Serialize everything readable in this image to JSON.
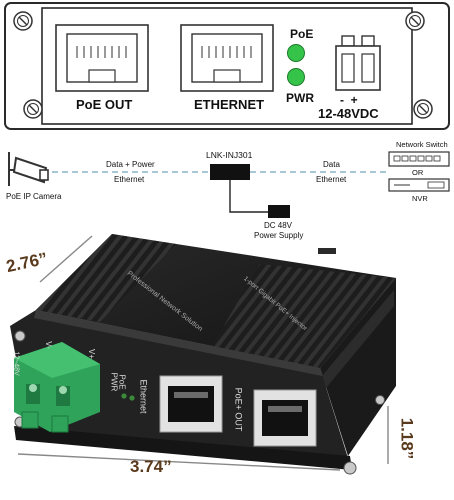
{
  "panel": {
    "poe_out_label": "PoE OUT",
    "ethernet_label": "ETHERNET",
    "poe_led_label": "PoE",
    "pwr_led_label": "PWR",
    "dc_polarity": "-  +",
    "dc_range_label": "12-48VDC",
    "led_color": "#35c34a"
  },
  "diagram": {
    "injector_label": "LNK-INJ301",
    "left_top_label": "Data + Power",
    "left_bottom_label": "Ethernet",
    "right_top_label": "Data",
    "right_bottom_label": "Ethernet",
    "camera_label": "PoE IP Camera",
    "switch_label": "Network Switch",
    "or_label": "OR",
    "nvr_label": "NVR",
    "psu_line1": "DC 48V",
    "psu_line2": "Power Supply",
    "cable_color": "#8ab3c9"
  },
  "product": {
    "depth_dim": "2.76”",
    "width_dim": "3.74”",
    "height_dim": "1.18”",
    "port_poe_out": "PoE+ OUT",
    "port_ethernet": "Ethernet",
    "led_pwr": "PWR",
    "led_poe": "PoE",
    "top_text": "Professional Network Solution",
    "top_subtext": "1-port Gigabit PoE+ Injector",
    "term_minus": "V-",
    "term_plus": "V+",
    "term_range": "12~48V",
    "terminal_color": "#2fa35a"
  }
}
